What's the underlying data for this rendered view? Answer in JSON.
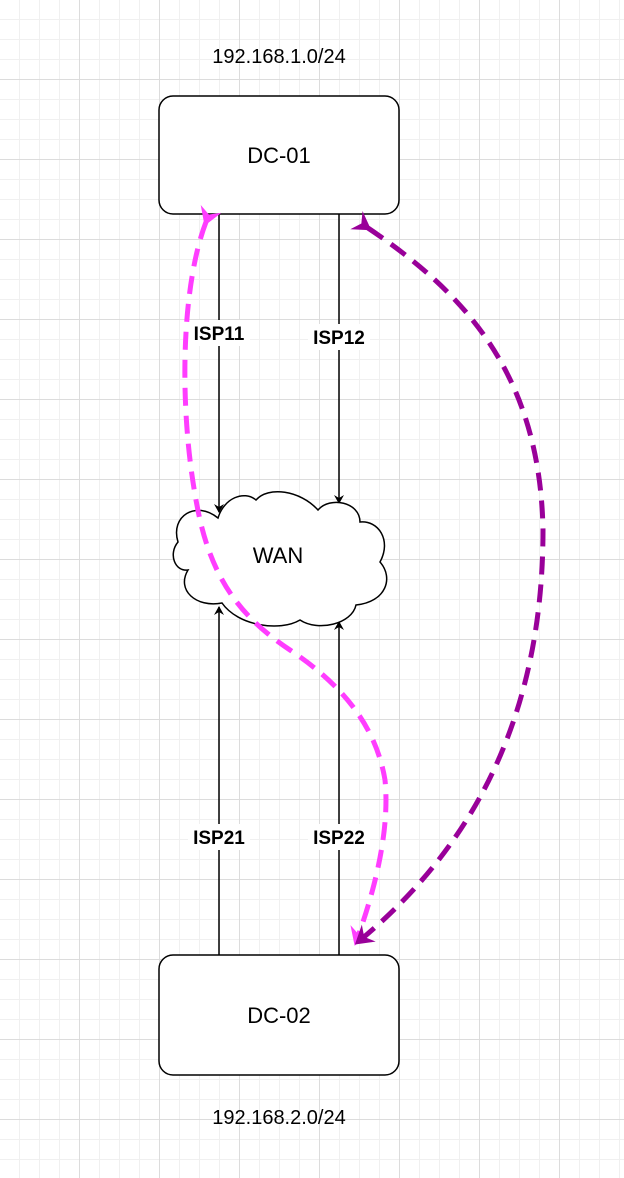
{
  "nodes": {
    "dc01": {
      "label": "DC-01",
      "subnet": "192.168.1.0/24"
    },
    "dc02": {
      "label": "DC-02",
      "subnet": "192.168.2.0/24"
    },
    "wan": {
      "label": "WAN"
    }
  },
  "links": {
    "isp11": "ISP11",
    "isp12": "ISP12",
    "isp21": "ISP21",
    "isp22": "ISP22"
  },
  "colors": {
    "path_primary": "#ff3dff",
    "path_secondary": "#990099",
    "link": "#000000"
  }
}
